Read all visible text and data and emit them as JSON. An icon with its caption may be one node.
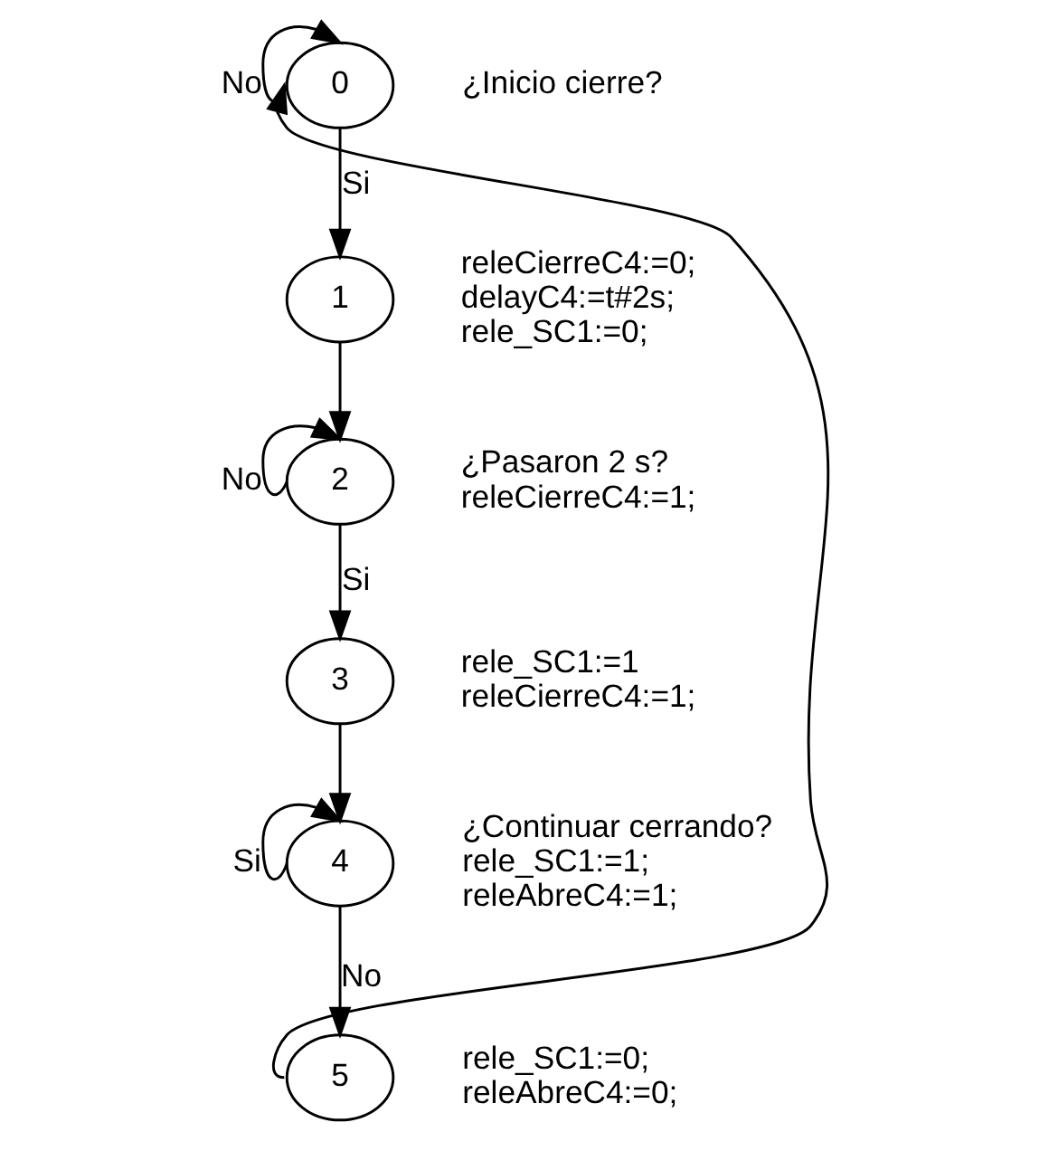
{
  "diagram": {
    "nodes": [
      {
        "text": [
          "0"
        ],
        "beside": [
          "¿Inicio cierre?"
        ]
      },
      {
        "text": [
          "1"
        ],
        "beside": [
          "releCierreC4:=0;",
          "delayC4:=t#2s;",
          "rele_SC1:=0;"
        ]
      },
      {
        "text": [
          "2"
        ],
        "beside": [
          "¿Pasaron 2 s?",
          "releCierreC4:=1;"
        ]
      },
      {
        "text": [
          "3"
        ],
        "beside": [
          "rele_SC1:=1",
          "releCierreC4:=1;"
        ]
      },
      {
        "text": [
          "4"
        ],
        "beside": [
          "¿Continuar cerrando?",
          "rele_SC1:=1;",
          "releAbreC4:=1;"
        ]
      },
      {
        "text": [
          "5"
        ],
        "beside": [
          "rele_SC1:=0;",
          "releAbreC4:=0;"
        ]
      }
    ],
    "edges": [
      {
        "from": 0,
        "to": 0,
        "arrow": "to",
        "label": "No"
      },
      {
        "from": 0,
        "to": 1,
        "arrow": "to",
        "label": "Si"
      },
      {
        "from": 1,
        "to": 2,
        "arrow": "to"
      },
      {
        "from": 2,
        "to": 2,
        "arrow": "to",
        "label": "No"
      },
      {
        "from": 2,
        "to": 3,
        "arrow": "to",
        "label": "Si"
      },
      {
        "from": 3,
        "to": 4,
        "arrow": "to"
      },
      {
        "from": 4,
        "to": 4,
        "arrow": "to",
        "label": "Si"
      },
      {
        "from": 4,
        "to": 5,
        "arrow": "to",
        "label": "No"
      },
      {
        "from": 5,
        "to": 0,
        "arrow": "to"
      }
    ]
  }
}
